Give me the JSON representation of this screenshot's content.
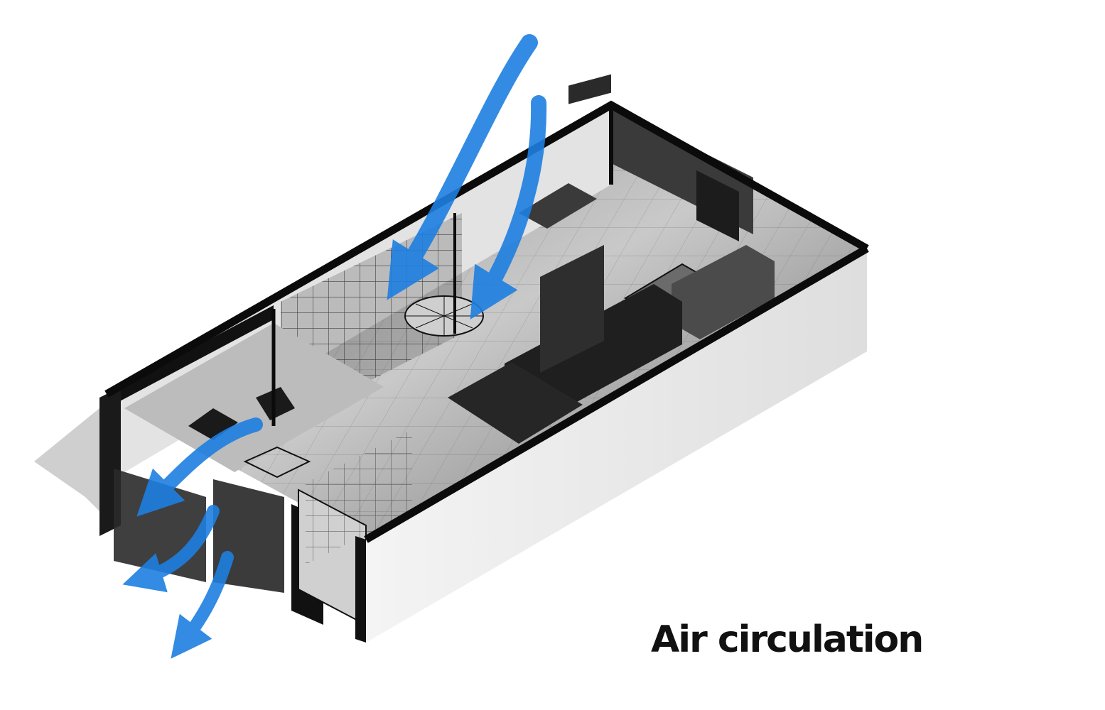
{
  "caption": "Air circulation",
  "colors": {
    "airflow_arrow": "#1e7fe0",
    "wall_top": "#0b0b0b",
    "exterior_wall": "#e9e9e9",
    "floor": "#bdbdbd",
    "interior_dark": "#2a2a2a",
    "shadow": "#d6d6d6",
    "caption_text": "#111111"
  },
  "arrows": {
    "inflow": [
      {
        "name": "inflow-arrow-living-area",
        "direction": "in"
      },
      {
        "name": "inflow-arrow-bedroom",
        "direction": "in"
      }
    ],
    "outflow": [
      {
        "name": "outflow-arrow-lounge",
        "direction": "out"
      },
      {
        "name": "outflow-arrow-balcony-upper",
        "direction": "out"
      },
      {
        "name": "outflow-arrow-balcony-lower",
        "direction": "out"
      }
    ]
  },
  "icons": [
    "apartment-isometric-illustration",
    "airflow-arrow-icon"
  ]
}
